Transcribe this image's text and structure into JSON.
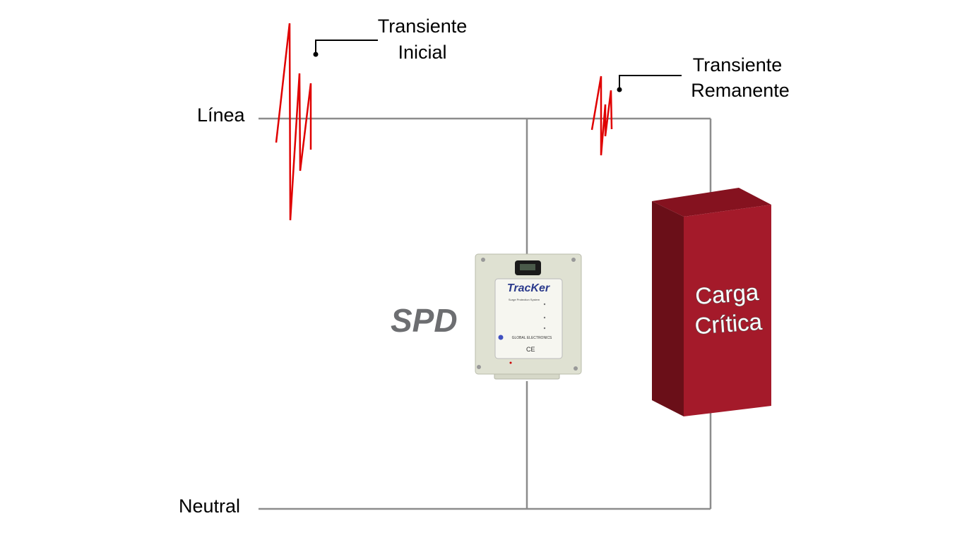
{
  "labels": {
    "line": "Línea",
    "neutral": "Neutral",
    "initial_transient": [
      "Transiente",
      "Inicial"
    ],
    "remanent_transient": [
      "Transiente",
      "Remanente"
    ],
    "spd": "SPD",
    "load": [
      "Carga",
      "Crítica"
    ]
  },
  "device": {
    "brand": "TracKer",
    "subtitle": "Surge Protection System",
    "maker": "GLOBAL ELECTRONICS",
    "mark": "CE"
  },
  "colors": {
    "wire": "#8c8c8c",
    "transient": "#e00000",
    "load_front": "#a41a2a",
    "load_side": "#6a0f18",
    "load_top": "#85121f",
    "spd_text": "#6d6e71"
  }
}
